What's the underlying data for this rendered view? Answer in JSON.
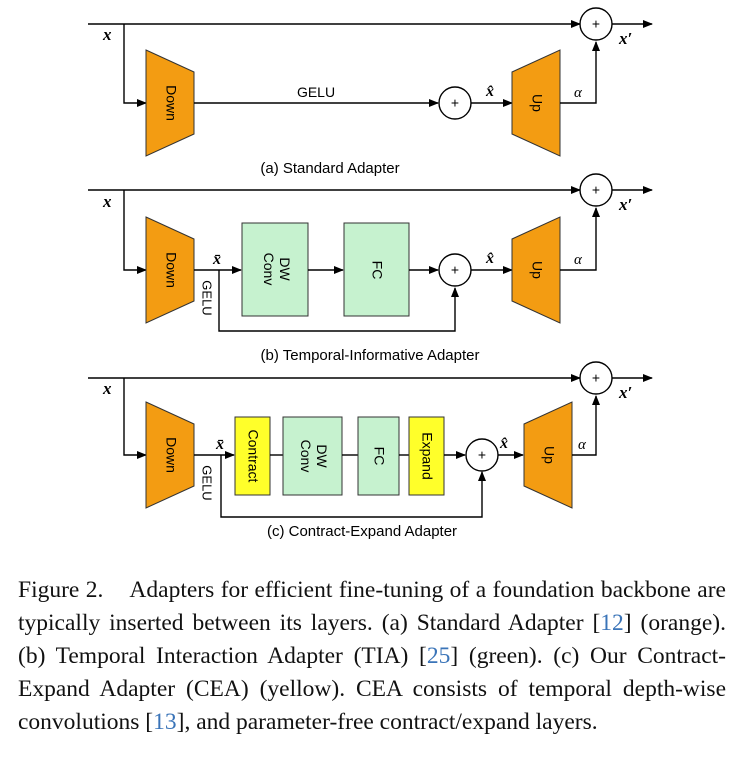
{
  "colors": {
    "down_up_fill": "#f39c12",
    "green_fill": "#c6f2cf",
    "yellow_fill": "#ffff2a",
    "line": "#000000",
    "citation": "#3a74b8"
  },
  "panel_a": {
    "input": "x",
    "down": "Down",
    "activation": "GELU",
    "x_hat": "x̂",
    "up": "Up",
    "alpha": "α",
    "output": "x′",
    "plus": "+",
    "caption": "(a) Standard Adapter"
  },
  "panel_b": {
    "input": "x",
    "down": "Down",
    "activation": "GELU",
    "x_bar": "x̄",
    "dwconv_line1": "DW",
    "dwconv_line2": "Conv",
    "fc": "FC",
    "x_hat": "x̂",
    "up": "Up",
    "alpha": "α",
    "output": "x′",
    "plus": "+",
    "caption": "(b) Temporal-Informative Adapter"
  },
  "panel_c": {
    "input": "x",
    "down": "Down",
    "activation": "GELU",
    "x_bar": "x̄",
    "contract": "Contract",
    "dwconv_line1": "DW",
    "dwconv_line2": "Conv",
    "fc": "FC",
    "expand": "Expand",
    "x_hat": "x̂",
    "up": "Up",
    "alpha": "α",
    "output": "x′",
    "plus": "+",
    "caption": "(c) Contract-Expand Adapter"
  },
  "figure_caption": {
    "label": "Figure 2.",
    "t1": "Adapters for efficient fine-tuning of a foundation backbone are typically inserted between its layers. (a) Standard Adapter [",
    "c1": "12",
    "t2": "] (orange). (b) Temporal Interaction Adapter (TIA) [",
    "c2": "25",
    "t3": "] (green). (c) Our Contract-Expand Adapter (CEA) (yellow). CEA consists of temporal depth-wise convolutions [",
    "c3": "13",
    "t4": "], and parameter-free contract/expand layers."
  }
}
